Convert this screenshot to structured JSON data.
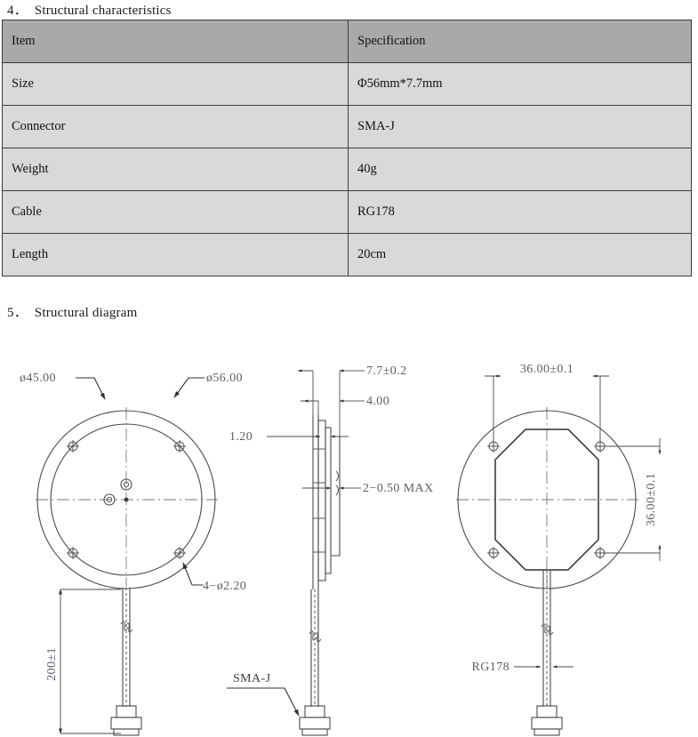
{
  "sections": {
    "characteristics_heading": "4．  Structural characteristics",
    "diagram_heading": "5．  Structural diagram"
  },
  "spec_table": {
    "columns": [
      "Item",
      "Specification"
    ],
    "rows": [
      {
        "item": "Size",
        "spec": "Φ56mm*7.7mm"
      },
      {
        "item": "Connector",
        "spec": "SMA-J"
      },
      {
        "item": "Weight",
        "spec": "40g"
      },
      {
        "item": "Cable",
        "spec": "RG178"
      },
      {
        "item": "Length",
        "spec": "20cm"
      }
    ],
    "header_bg": "#a9a9a9",
    "row_bg": "#d9d9d9",
    "border_color": "#3b3b3b"
  },
  "drawing": {
    "front_view": {
      "outer_diameter_label": "ø56.00",
      "bolt_circle_label": "ø45.00",
      "bolt_holes_label": "4−ø2.20",
      "cable_length_label": "200±1"
    },
    "side_view": {
      "total_thickness_label": "7.7±0.2",
      "step_label": "4.00",
      "plate_label": "1.20",
      "slot_label": "2−0.50  MAX",
      "connector_label": "SMA-J"
    },
    "rear_view": {
      "width_label": "36.00±0.1",
      "height_label": "36.00±0.1",
      "cable_label": "RG178"
    },
    "line_color": "#4a4a4a",
    "dim_text_color": "#5a5f66"
  }
}
